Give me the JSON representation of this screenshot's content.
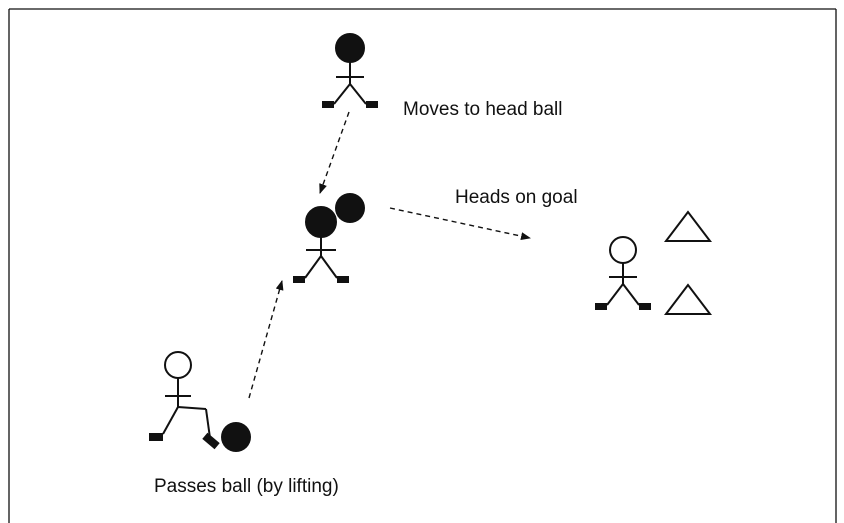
{
  "diagram": {
    "labels": {
      "moves_to_head": "Moves to head ball",
      "heads_on_goal": "Heads on goal",
      "passes_ball": "Passes ball (by lifting)"
    },
    "colors": {
      "ink": "#111111",
      "background": "#ffffff"
    }
  }
}
